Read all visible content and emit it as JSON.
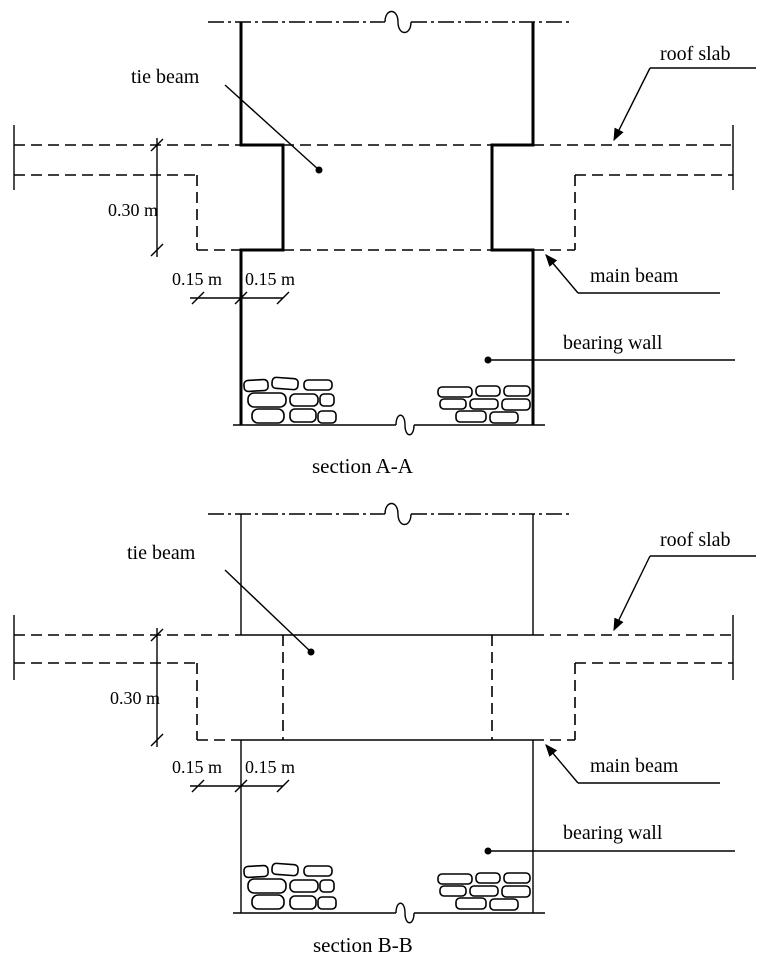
{
  "section_a": {
    "caption": "section A-A",
    "labels": {
      "tie_beam": "tie beam",
      "roof_slab": "roof slab",
      "main_beam": "main beam",
      "bearing_wall": "bearing wall"
    },
    "dimensions": {
      "height": "0.30 m",
      "offset_left": "0.15 m",
      "offset_right": "0.15 m"
    }
  },
  "section_b": {
    "caption": "section B-B",
    "labels": {
      "tie_beam": "tie beam",
      "roof_slab": "roof slab",
      "main_beam": "main beam",
      "bearing_wall": "bearing wall"
    },
    "dimensions": {
      "height": "0.30 m",
      "offset_left": "0.15 m",
      "offset_right": "0.15 m"
    }
  }
}
